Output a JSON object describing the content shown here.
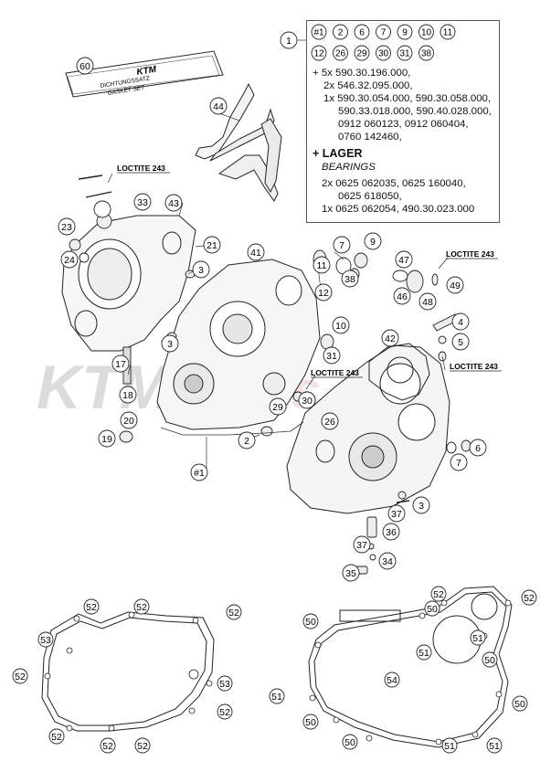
{
  "callouts": {
    "c1": "1",
    "c2": "2",
    "c3": "3",
    "c4": "4",
    "c5": "5",
    "c6": "6",
    "c7": "7",
    "c10": "10",
    "c12": "12",
    "c17": "17",
    "c18": "18",
    "c19": "19",
    "c20": "20",
    "c21": "21",
    "c23": "23",
    "c24": "24",
    "c26": "26",
    "c29": "29",
    "c30": "30",
    "c31": "31",
    "c33": "33",
    "c34": "34",
    "c35": "35",
    "c36": "36",
    "c37": "37",
    "c38": "38",
    "c41": "41",
    "c42": "42",
    "c43": "43",
    "c44": "44",
    "c46": "46",
    "c47": "47",
    "c48": "48",
    "c49": "49",
    "c50": "50",
    "c51": "51",
    "c52": "52",
    "c53": "53",
    "c54": "54",
    "c60": "60",
    "c9": "9",
    "c11": "11",
    "c1h": "#1"
  },
  "loctite": "LOCTITE 243",
  "gasket_set": {
    "line1": "DICHTUNGSSATZ",
    "line2": "GASKET SET",
    "logo": "KTM"
  },
  "legend": {
    "item": "1",
    "chips_row1": [
      "#1",
      "2",
      "6",
      "7",
      "9",
      "10",
      "11"
    ],
    "chips_row2": [
      "12",
      "26",
      "29",
      "30",
      "31",
      "38"
    ],
    "lines": [
      "+ 5x 590.30.196.000,",
      "2x 546.32.095.000,",
      "1x 590.30.054.000, 590.30.058.000,",
      "590.33.018.000, 590.40.028.000,",
      "0912 060123, 0912 060404,",
      "0760 142460,"
    ],
    "lager": "+ LAGER",
    "bearings": "BEARINGS",
    "bearing_lines": [
      "2x 0625 062035, 0625 160040,",
      "0625 618050,",
      "1x 0625 062054, 490.30.023.000"
    ]
  },
  "watermark": {
    "brand": "KTM",
    "site": "-parts.pl"
  }
}
